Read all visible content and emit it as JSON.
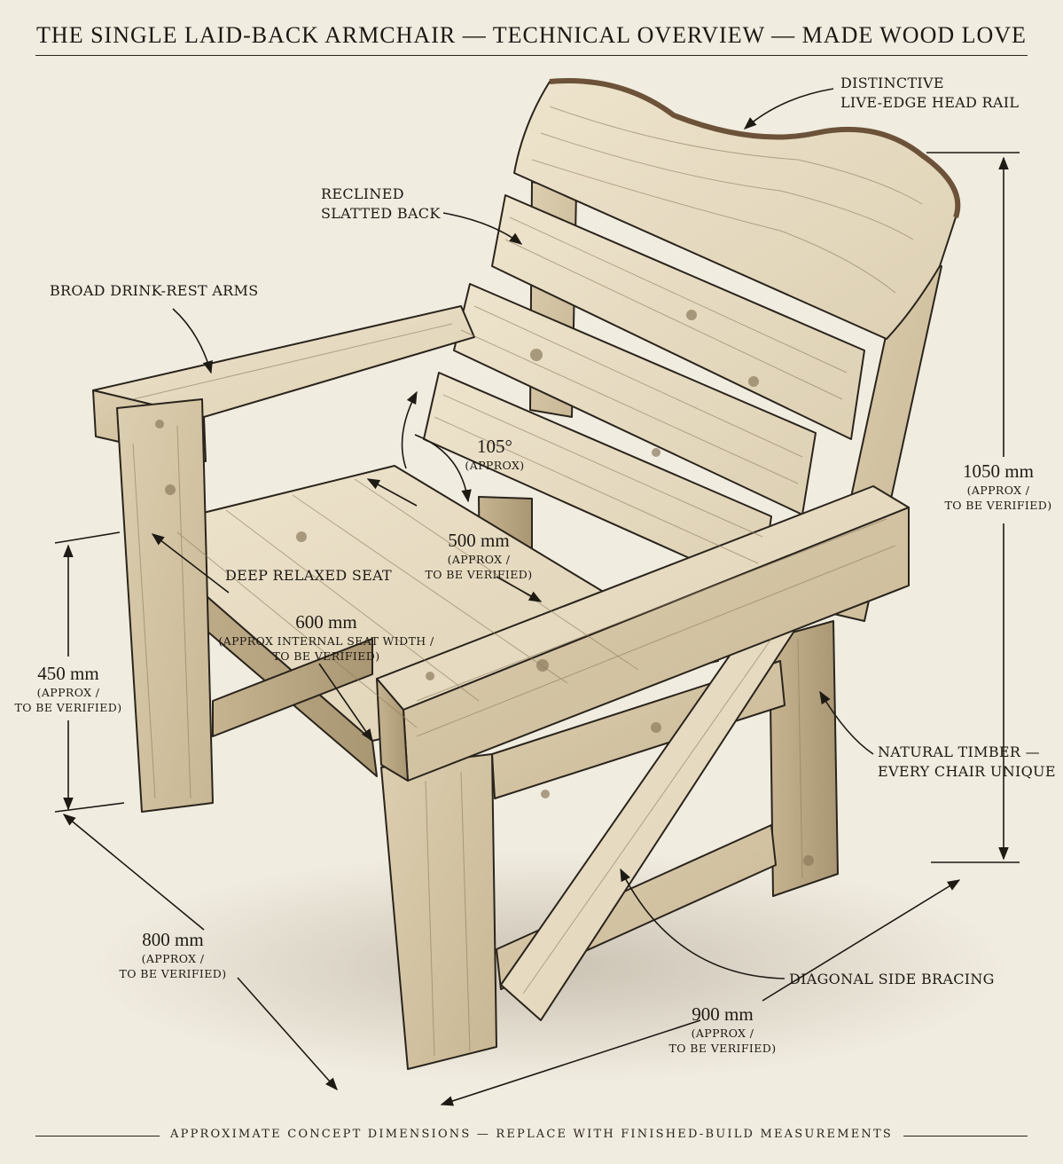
{
  "title": "THE SINGLE LAID-BACK ARMCHAIR — TECHNICAL OVERVIEW — MADE WOOD LOVE",
  "labels": {
    "head_rail_1": "DISTINCTIVE",
    "head_rail_2": "LIVE-EDGE HEAD RAIL",
    "back_1": "RECLINED",
    "back_2": "SLATTED BACK",
    "arms": "BROAD DRINK-REST ARMS",
    "seat": "DEEP RELAXED SEAT",
    "timber_1": "NATURAL TIMBER —",
    "timber_2": "EVERY CHAIR UNIQUE",
    "bracing": "DIAGONAL SIDE BRACING"
  },
  "dimensions": {
    "angle": {
      "value": "105°",
      "note_1": "(APPROX)"
    },
    "depth": {
      "value": "500 mm",
      "note_1": "(APPROX /",
      "note_2": "TO BE VERIFIED)"
    },
    "seat_width": {
      "value": "600 mm",
      "note_1": "(APPROX INTERNAL SEAT WIDTH /",
      "note_2": "TO BE VERIFIED)"
    },
    "seat_height": {
      "value": "450 mm",
      "note_1": "(APPROX /",
      "note_2": "TO BE VERIFIED)"
    },
    "overall_height": {
      "value": "1050 mm",
      "note_1": "(APPROX /",
      "note_2": "TO BE VERIFIED)"
    },
    "overall_depth": {
      "value": "800 mm",
      "note_1": "(APPROX /",
      "note_2": "TO BE VERIFIED)"
    },
    "overall_width": {
      "value": "900 mm",
      "note_1": "(APPROX /",
      "note_2": "TO BE VERIFIED)"
    }
  },
  "footer": "APPROXIMATE CONCEPT DIMENSIONS — REPLACE WITH FINISHED-BUILD MEASUREMENTS",
  "colors": {
    "background": "#f1ece0",
    "ink": "#1e1a14",
    "wood_light": "#e8dcc2",
    "wood_mid": "#d6c7a6",
    "wood_dark": "#b9a682",
    "bark": "#6b5238"
  }
}
